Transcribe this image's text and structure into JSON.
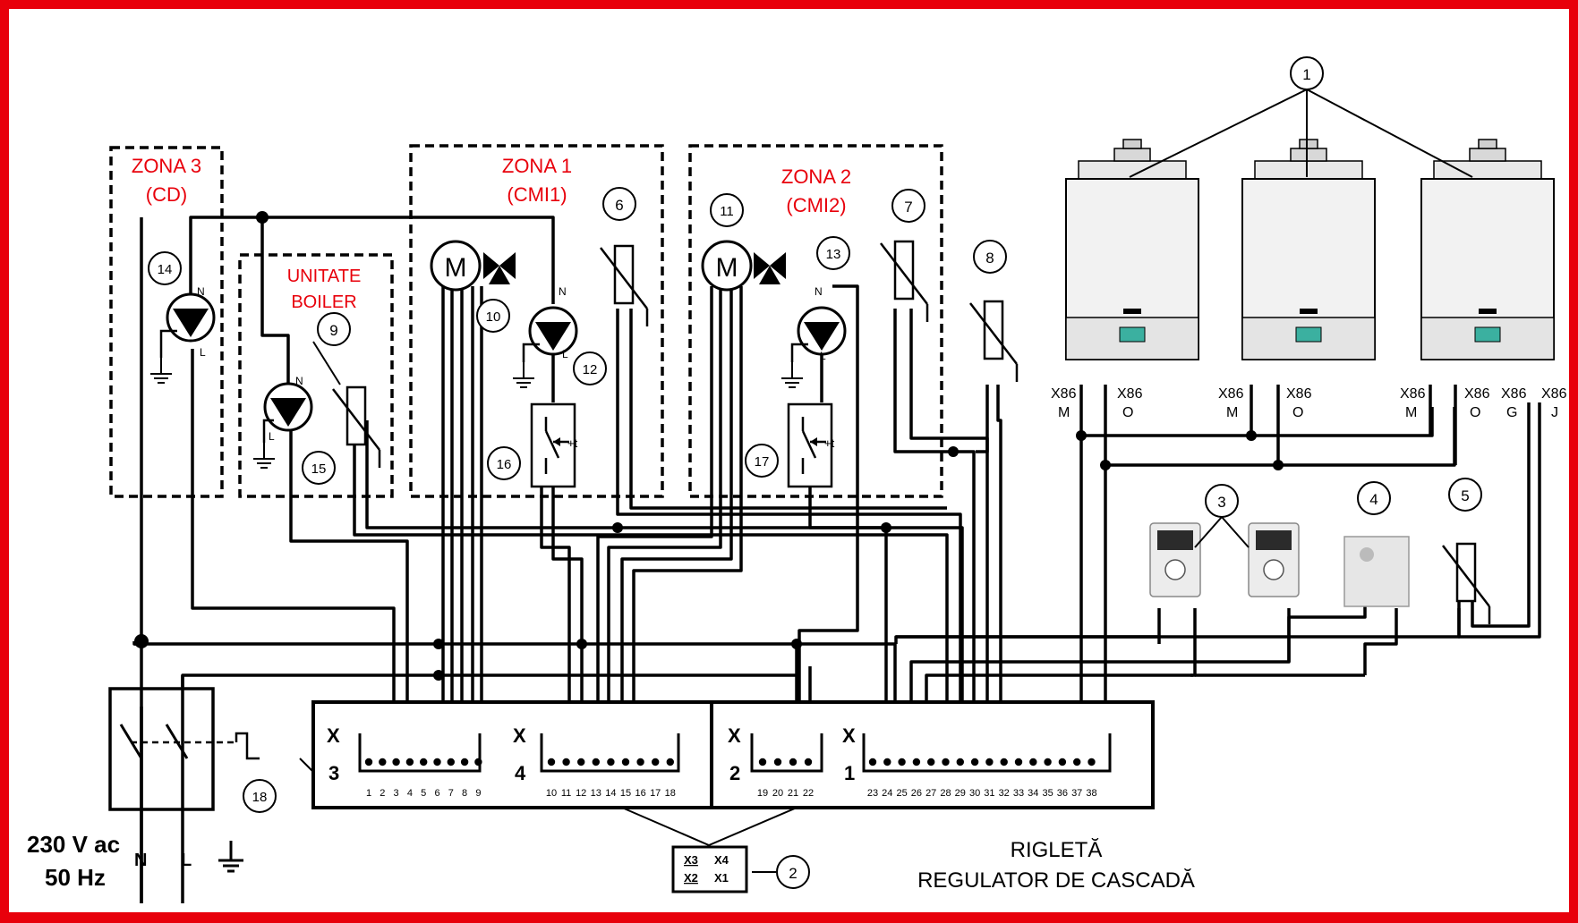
{
  "zones": {
    "zona3": {
      "line1": "ZONA 3",
      "line2": "(CD)"
    },
    "zona1": {
      "line1": "ZONA 1",
      "line2": "(CMI1)"
    },
    "zona2": {
      "line1": "ZONA 2",
      "line2": "(CMI2)"
    },
    "boiler": {
      "line1": "UNITATE",
      "line2": "BOILER"
    }
  },
  "callouts": [
    "1",
    "2",
    "3",
    "4",
    "5",
    "6",
    "7",
    "8",
    "9",
    "10",
    "11",
    "12",
    "13",
    "14",
    "15",
    "16",
    "17",
    "18"
  ],
  "boiler_terminals": {
    "x86": "X86",
    "m": "M",
    "o": "O",
    "g": "G",
    "j": "J"
  },
  "power": {
    "voltage": "230 V ac",
    "frequency": "50 Hz",
    "n": "N",
    "l": "L"
  },
  "pump_letters": {
    "n": "N",
    "l": "L"
  },
  "motor_letter": "M",
  "temp_symbol": "+t",
  "terminal_blocks": {
    "x3": {
      "x": "X",
      "num": "3",
      "pins": [
        "1",
        "2",
        "3",
        "4",
        "5",
        "6",
        "7",
        "8",
        "9"
      ]
    },
    "x4": {
      "x": "X",
      "num": "4",
      "pins": [
        "10",
        "11",
        "12",
        "13",
        "14",
        "15",
        "16",
        "17",
        "18"
      ]
    },
    "x2": {
      "x": "X",
      "num": "2",
      "pins": [
        "19",
        "20",
        "21",
        "22"
      ]
    },
    "x1": {
      "x": "X",
      "num": "1",
      "pins": [
        "23",
        "24",
        "25",
        "26",
        "27",
        "28",
        "29",
        "30",
        "31",
        "32",
        "33",
        "34",
        "35",
        "36",
        "37",
        "38"
      ]
    }
  },
  "connector": {
    "x3": "X3",
    "x4": "X4",
    "x2": "X2",
    "x1": "X1"
  },
  "caption": {
    "line1": "RIGLETĂ",
    "line2": "REGULATOR DE CASCADĂ"
  },
  "colors": {
    "frame": "#e8000b",
    "zone_label": "#e8000b",
    "wire": "#000000"
  }
}
